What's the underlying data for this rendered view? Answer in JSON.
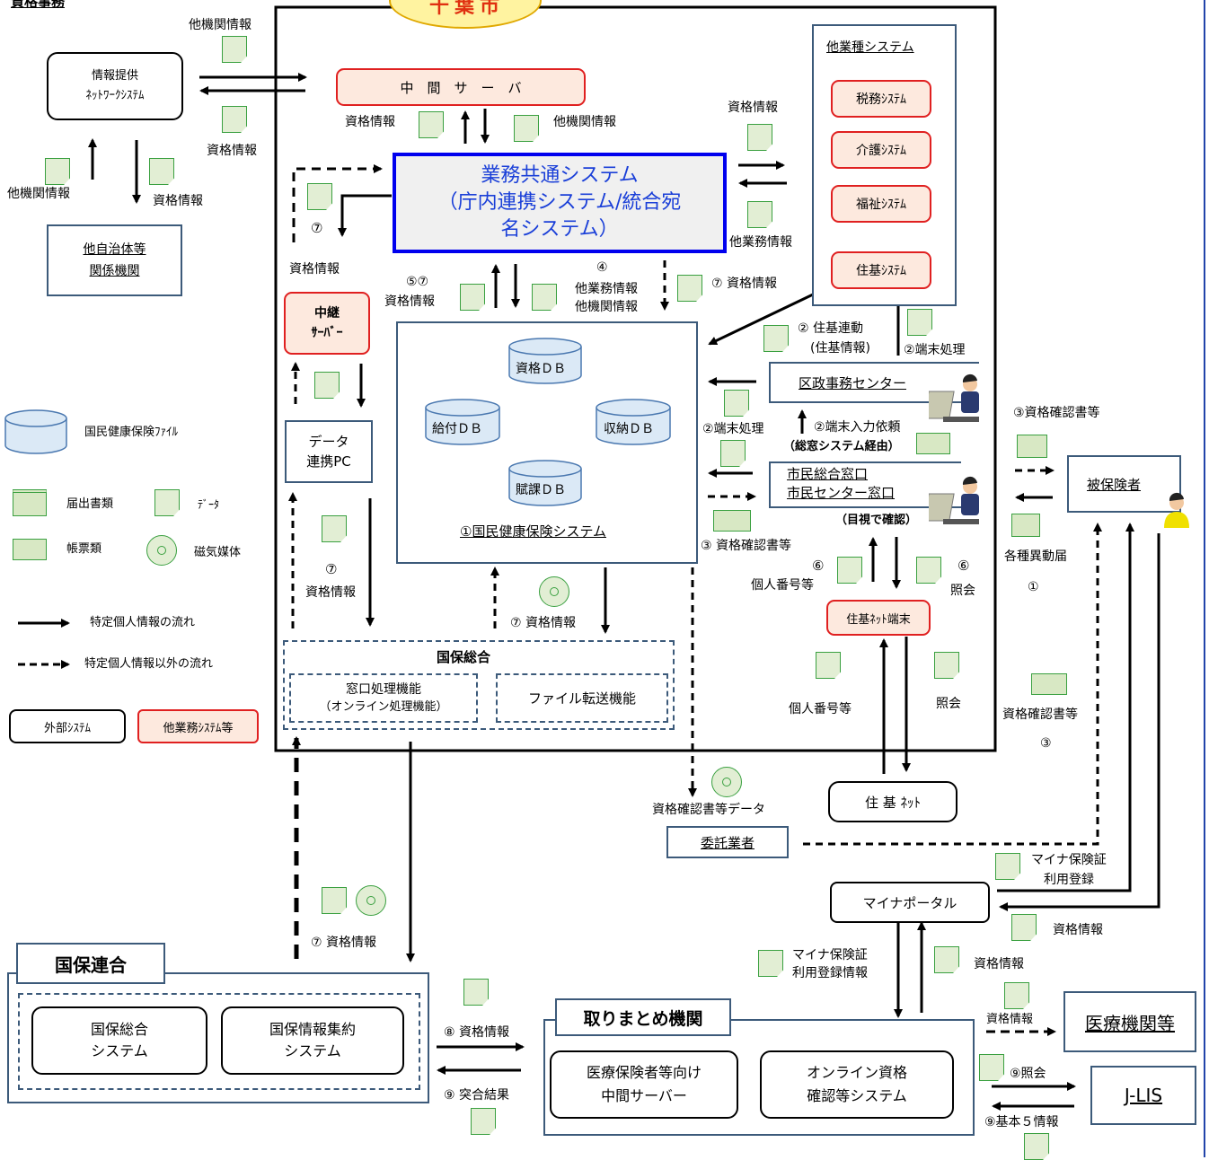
{
  "title": "資格事務",
  "city": "千葉市",
  "external": {
    "joho_teikyo": [
      "情報提供",
      "ﾈｯﾄﾜｰｸｼｽﾃﾑ"
    ],
    "tajichitai": [
      "他自治体等",
      "関係機関"
    ],
    "jukinet": "住 基 ﾈｯﾄ",
    "mynaportal": "マイナポータル"
  },
  "boxes": {
    "chukan_server": "中　間　サ　ー　バ",
    "gyomu_kyotsu": [
      "業務共通システム",
      "（庁内連携システム/統合宛",
      "名システム）"
    ],
    "chukei": [
      "中継",
      "ｻｰﾊﾞｰ"
    ],
    "data_renkei": [
      "データ",
      "連携PC"
    ],
    "kokuho_system": "①国民健康保険システム",
    "db": [
      "資格ＤＢ",
      "給付ＤＢ",
      "収納ＤＢ",
      "賦課ＤＢ"
    ],
    "kokuho_sogo": "国保総合",
    "madoguchi": [
      "窓口処理機能",
      "（オンライン処理機能）"
    ],
    "file_tenso": "ファイル転送機能",
    "gyoshu_title": "他業種システム",
    "zeimu": "税務ｼｽﾃﾑ",
    "kaigo": "介護ｼｽﾃﾑ",
    "fukushi": "福祉ｼｽﾃﾑ",
    "juki": "住基ｼｽﾃﾑ",
    "kusei": "区政事務センター",
    "shimin": [
      "市民総合窓口",
      "市民センター窓口"
    ],
    "mokushi": "（目視で確認）",
    "jukinet_tanmatsu": "住基ﾈｯﾄ端末",
    "hihokensha": "被保険者",
    "itaku": "委託業者",
    "kokuho_rengo": "国保連合",
    "kokuho_sogo_sys": [
      "国保総合",
      "システム"
    ],
    "kokuho_joho": [
      "国保情報集約",
      "システム"
    ],
    "torimatome": "取りまとめ機関",
    "iryo_chukan": [
      "医療保険者等向け",
      "中間サーバー"
    ],
    "online_shikaku": [
      "オンライン資格",
      "確認等システム"
    ],
    "iryo_kikan": "医療機関等",
    "jlis": "J-LIS"
  },
  "labels": {
    "takikan_1": "他機関情報",
    "shikaku_1": "資格情報",
    "takikan_2": "他機関情報",
    "shikaku_2": "資格情報",
    "shikaku_3": "資格情報",
    "takikan_3": "他機関情報",
    "shikaku_4": "資格情報",
    "tagyomu_1": "他業務情報",
    "maru7_1": "⑦",
    "shikaku_5": "資格情報",
    "maru57": "⑤⑦",
    "shikaku_6": "資格情報",
    "maru4": "④",
    "tagyomu_2": "他業務情報",
    "takikan_4": "他機関情報",
    "maru7_shikaku_1": "⑦ 資格情報",
    "jukirendo": "② 住基連動",
    "jukijoho": "(住基情報)",
    "tanmatsu_1": "②端末処理",
    "tanmatsu_2": "②端末処理",
    "tanmatsu_irai": "②端末入力依頼",
    "soumado": "（総窓システム経由）",
    "kakunin_1": "③資格確認書等",
    "kakunin_2": "③ 資格確認書等",
    "kakushu": "各種異動届",
    "maru1": "①",
    "maru6_a": "⑥",
    "kojin_1": "個人番号等",
    "maru6_b": "⑥",
    "shokai_1": "照会",
    "kojin_2": "個人番号等",
    "shokai_2": "照会",
    "kakunin_3": "資格確認書等",
    "maru3": "③",
    "maru7_2": "⑦",
    "shikaku_7": "資格情報",
    "maru7_shikaku_2": "⑦ 資格情報",
    "kakunin_data": "資格確認書等データ",
    "mynahoken_1": "マイナ保険証",
    "riyou_1": "利用登録",
    "shikaku_8": "資格情報",
    "mynahoken_2": "マイナ保険証",
    "riyou_2": "利用登録情報",
    "shikaku_9": "資格情報",
    "shikaku_10": "資格情報",
    "maru7_shikaku_3": "⑦ 資格情報",
    "maru8": "⑧ 資格情報",
    "maru9_totsugo": "⑨ 突合結果",
    "maru9_shokai": "⑨照会",
    "maru9_kihon": "⑨基本５情報"
  },
  "legend": {
    "file": "国民健康保険ﾌｧｲﾙ",
    "todoke": "届出書類",
    "data": "ﾃﾞｰﾀ",
    "chohyo": "帳票類",
    "jiki": "磁気媒体",
    "tokutei": "特定個人情報の流れ",
    "tokutei_igai": "特定個人情報以外の流れ",
    "gaibu": "外部ｼｽﾃﾑ",
    "tagyomu": "他業務ｼｽﾃﾑ等"
  },
  "colors": {
    "red_border": "#e02020",
    "red_fill": "#fde9de",
    "navy": "#3c5a7a",
    "blue": "#0000ee",
    "green": "#3aa040",
    "city_fill": "#fff3a0"
  }
}
